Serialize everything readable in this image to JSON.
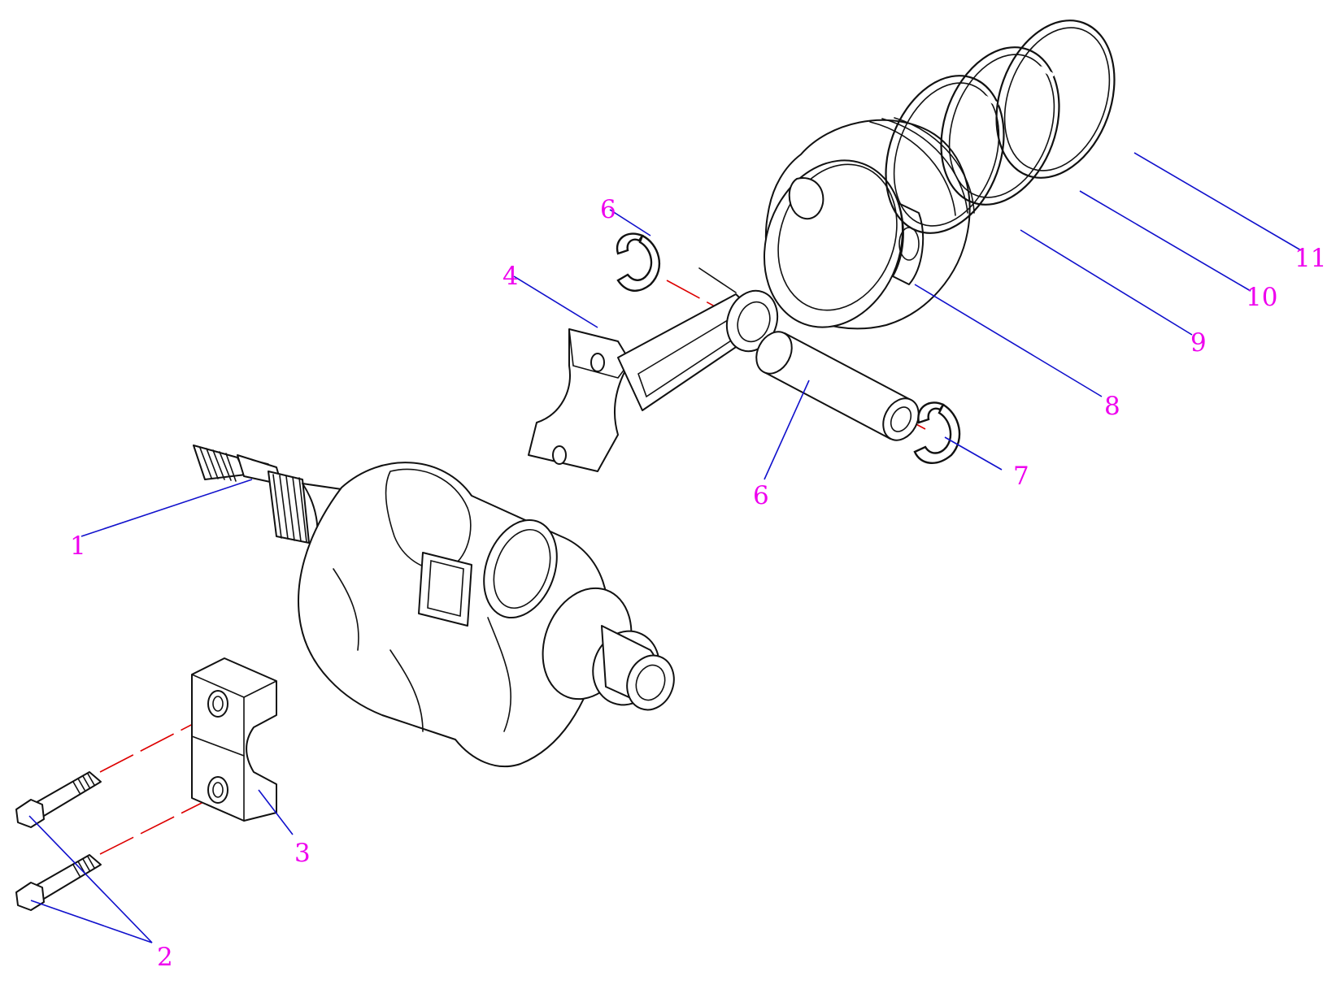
{
  "colors": {
    "callout_text": "#ee00ee",
    "leader_line": "#1010cc",
    "center_line": "#dd0000",
    "outline": "#111111"
  },
  "callouts": [
    {
      "id": "c1",
      "label": "1"
    },
    {
      "id": "c2",
      "label": "2"
    },
    {
      "id": "c3",
      "label": "3"
    },
    {
      "id": "c4",
      "label": "4"
    },
    {
      "id": "c6a",
      "label": "6"
    },
    {
      "id": "c6b",
      "label": "6"
    },
    {
      "id": "c7",
      "label": "7"
    },
    {
      "id": "c8",
      "label": "8"
    },
    {
      "id": "c9",
      "label": "9"
    },
    {
      "id": "c10",
      "label": "10"
    },
    {
      "id": "c11",
      "label": "11"
    }
  ]
}
